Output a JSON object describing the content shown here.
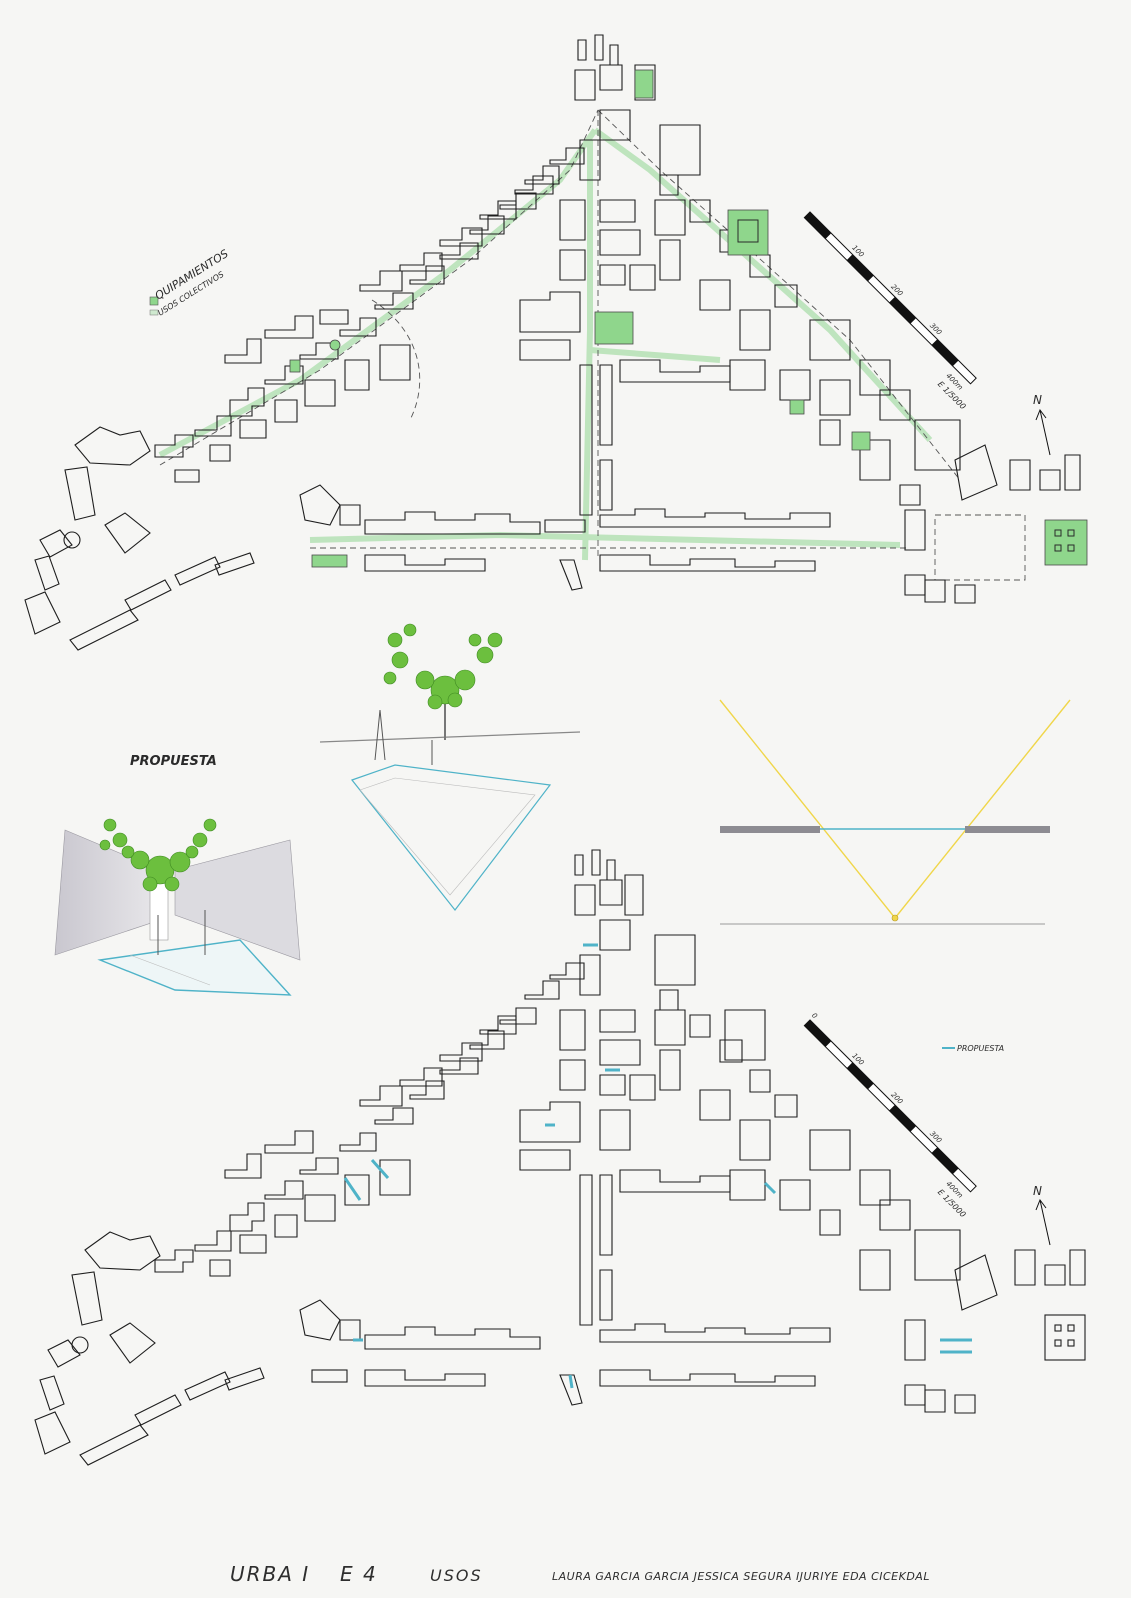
{
  "plan_top": {
    "legend_title": "QUIPAMIENTOS",
    "legend_sub": "USOS COLECTIVOS",
    "scale_ticks": [
      "100",
      "200",
      "300",
      "400m"
    ],
    "scale_text": "E 1/5000",
    "north": "N"
  },
  "perspective": {
    "title": "PROPUESTA"
  },
  "plan_bottom": {
    "legend_label": "PROPUESTA",
    "scale_ticks": [
      "0",
      "100",
      "200",
      "300",
      "400m"
    ],
    "scale_text": "E 1/5000",
    "north": "N"
  },
  "footer": {
    "course": "URBA I",
    "exercise": "E 4",
    "topic": "USOS",
    "authors": "LAURA GARCIA GARCIA JESSICA SEGURA IJURIYE EDA CICEKDAL"
  },
  "colors": {
    "green": "#8fd68c",
    "tree": "#6cbf3e",
    "blue": "#4fb3c8",
    "yellow": "#f0d64a",
    "ink": "#1e1e1e"
  }
}
